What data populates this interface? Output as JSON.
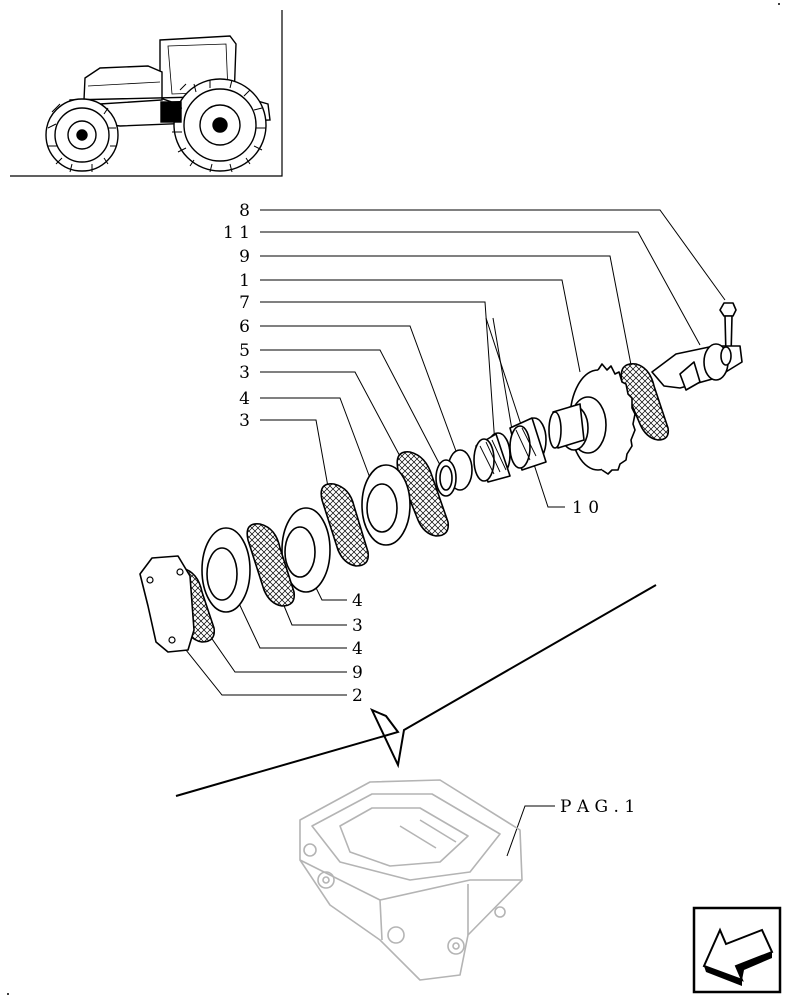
{
  "diagram": {
    "callouts": [
      {
        "id": "8",
        "text": "8"
      },
      {
        "id": "11",
        "text": "1 1"
      },
      {
        "id": "9a",
        "text": "9"
      },
      {
        "id": "1",
        "text": "1"
      },
      {
        "id": "7",
        "text": "7"
      },
      {
        "id": "6",
        "text": "6"
      },
      {
        "id": "5",
        "text": "5"
      },
      {
        "id": "3a",
        "text": "3"
      },
      {
        "id": "4a",
        "text": "4"
      },
      {
        "id": "3b",
        "text": "3"
      },
      {
        "id": "10",
        "text": "1 0"
      },
      {
        "id": "4b",
        "text": "4"
      },
      {
        "id": "3c",
        "text": "3"
      },
      {
        "id": "4c",
        "text": "4"
      },
      {
        "id": "9b",
        "text": "9"
      },
      {
        "id": "2",
        "text": "2"
      }
    ],
    "page_reference": "P A G . 1"
  },
  "nav": {
    "icon": "arrow-back-icon"
  }
}
